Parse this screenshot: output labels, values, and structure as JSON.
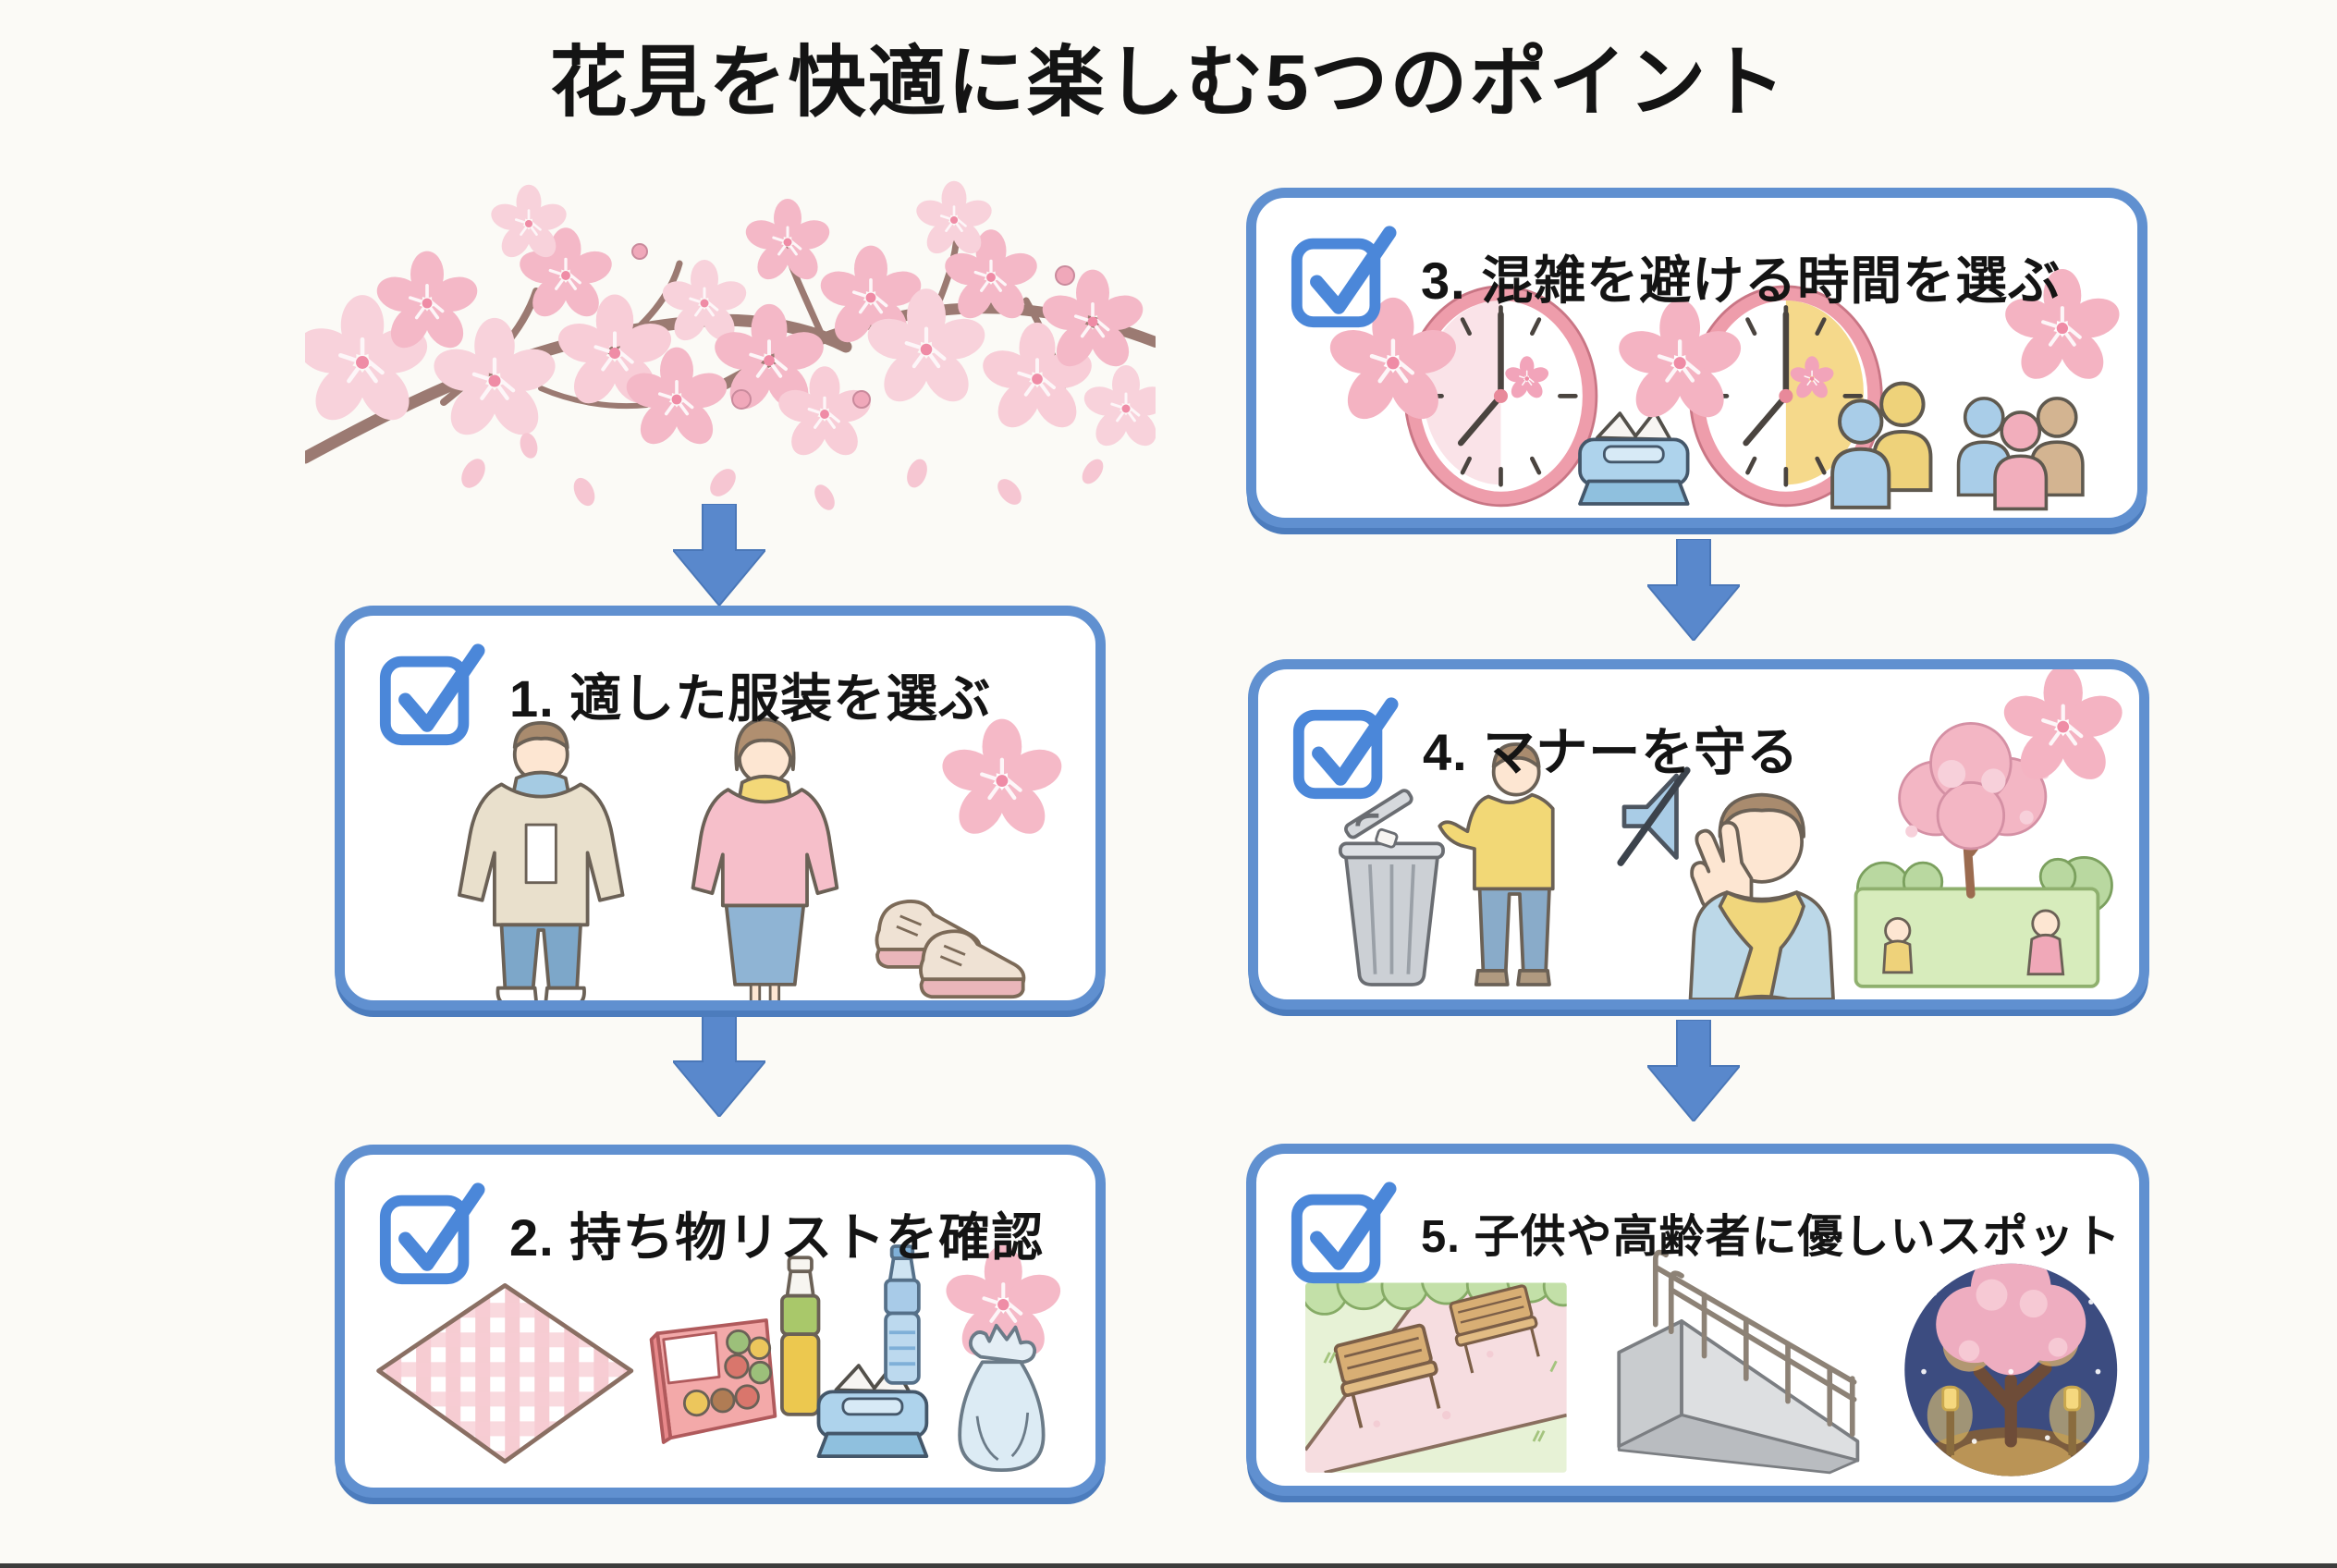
{
  "title": "花見を快適に楽しむ5つのポイント",
  "colors": {
    "box_border_blue": "#6090d0",
    "box_shadow_blue": "#4c7cbd",
    "checkbox_blue": "#4b87d9",
    "arrow_blue": "#5988cc",
    "sakura_pink": "#f5bac8",
    "background": "#fbfaf6",
    "text": "#141414"
  },
  "boxes": [
    {
      "number": "1",
      "label": "1. 適した服装を選ぶ",
      "illustration": [
        "man-in-warm-jacket-and-scarf",
        "woman-in-cardigan-and-scarf",
        "sneakers",
        "sakura-blossom"
      ]
    },
    {
      "number": "2",
      "label": "2. 持ち物リストを確認",
      "illustration": [
        "checkered-picnic-blanket",
        "bento-box",
        "tea-bottle",
        "water-bottle",
        "wet-wipes-pack",
        "trash-bag",
        "sakura-blossom"
      ]
    },
    {
      "number": "3",
      "label": "3. 混雑を避ける時間を選ぶ",
      "illustration": [
        "morning-clock",
        "evening-clock",
        "tissue-pack",
        "group-of-two-people",
        "group-of-three-people",
        "sakura-blossoms"
      ]
    },
    {
      "number": "4",
      "label": "4. マナーを守る",
      "illustration": [
        "person-throwing-trash",
        "trash-can",
        "muted-speaker",
        "person-quiet-gesture",
        "hanami-picnic-under-tree",
        "sakura-blossom"
      ]
    },
    {
      "number": "5",
      "label": "5. 子供や高齢者に優しいスポット",
      "illustration": [
        "park-benches-and-path",
        "accessible-ramp-with-handrail",
        "night-illuminated-cherry-tree"
      ]
    }
  ],
  "decorations": [
    "cherry-blossom-branch",
    "falling-petals"
  ],
  "flow_arrows": 4
}
